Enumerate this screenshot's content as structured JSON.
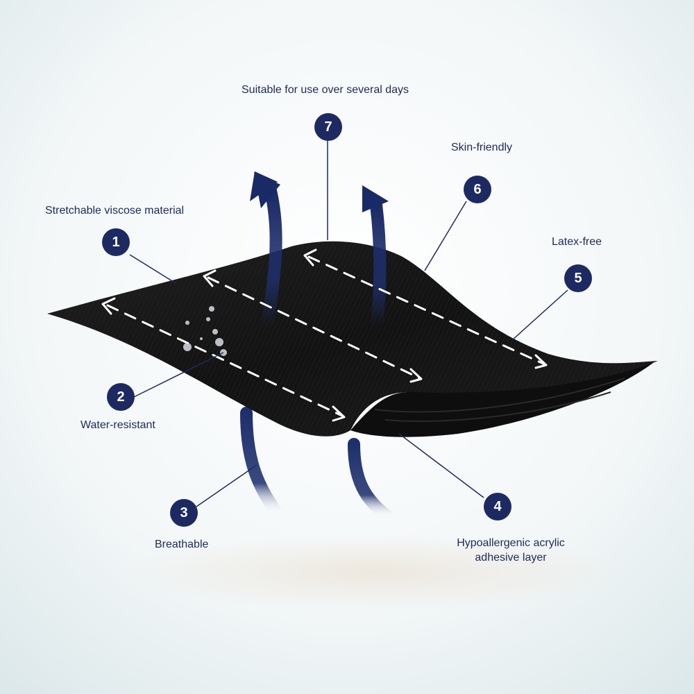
{
  "colors": {
    "badge": "#1d2a62",
    "text": "#1c2a58",
    "arrow": "#1f2f6d",
    "fabric": "#151515"
  },
  "features": [
    {
      "number": "1",
      "label": "Stretchable viscose material"
    },
    {
      "number": "2",
      "label": "Water-resistant"
    },
    {
      "number": "3",
      "label": "Breathable"
    },
    {
      "number": "4",
      "label": "Hypoallergenic acrylic",
      "label2": "adhesive layer"
    },
    {
      "number": "5",
      "label": "Latex-free"
    },
    {
      "number": "6",
      "label": "Skin-friendly"
    },
    {
      "number": "7",
      "label": "Suitable for use over several days"
    }
  ]
}
